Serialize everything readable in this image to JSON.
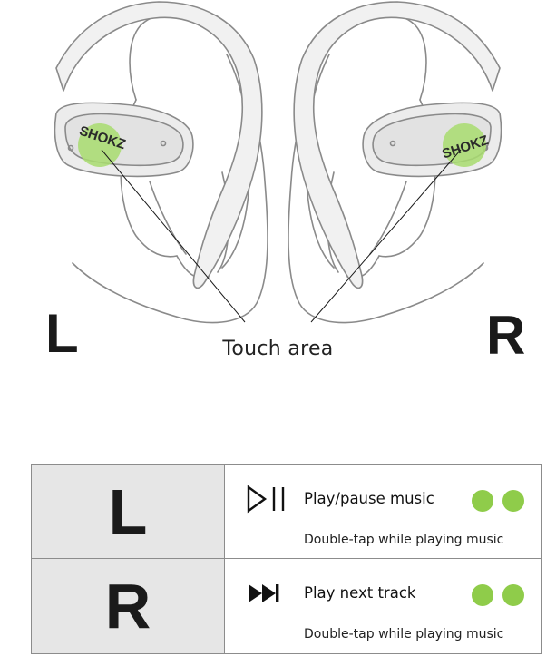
{
  "illustration": {
    "left_label": "L",
    "right_label": "R",
    "touch_label": "Touch area",
    "brand_left": "SHOKZ",
    "brand_right": "SHOKZ",
    "touch_color": "#a8dc6e",
    "line_color": "#8a8a8a"
  },
  "gestures": [
    {
      "side": "L",
      "icon": "play-pause-icon",
      "action": "Play/pause music",
      "taps": 2,
      "description": "Double-tap while playing music"
    },
    {
      "side": "R",
      "icon": "next-track-icon",
      "action": "Play next track",
      "taps": 2,
      "description": "Double-tap while playing music"
    }
  ],
  "colors": {
    "tap_dot": "#8fcc4a",
    "key_background": "#e6e6e6",
    "border": "#8c8c8c"
  }
}
